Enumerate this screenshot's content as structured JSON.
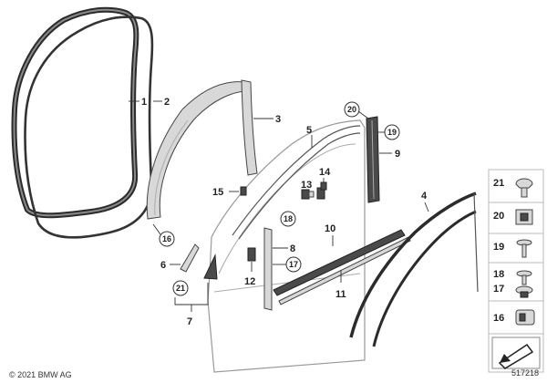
{
  "callouts": {
    "p1": "1",
    "p2": "2",
    "p3": "3",
    "p4": "4",
    "p5": "5",
    "p6": "6",
    "p7": "7",
    "p8": "8",
    "p9": "9",
    "p10": "10",
    "p11": "11",
    "p12": "12",
    "p13": "13",
    "p14": "14",
    "p15": "15",
    "c16": "16",
    "c17": "17",
    "c18": "18",
    "c19": "19",
    "c20": "20",
    "c21": "21"
  },
  "legend": {
    "items": [
      "21",
      "20",
      "19",
      "18",
      "17",
      "16"
    ]
  },
  "footer": {
    "copyright": "© 2021 BMW AG",
    "diagram_id": "517218"
  }
}
